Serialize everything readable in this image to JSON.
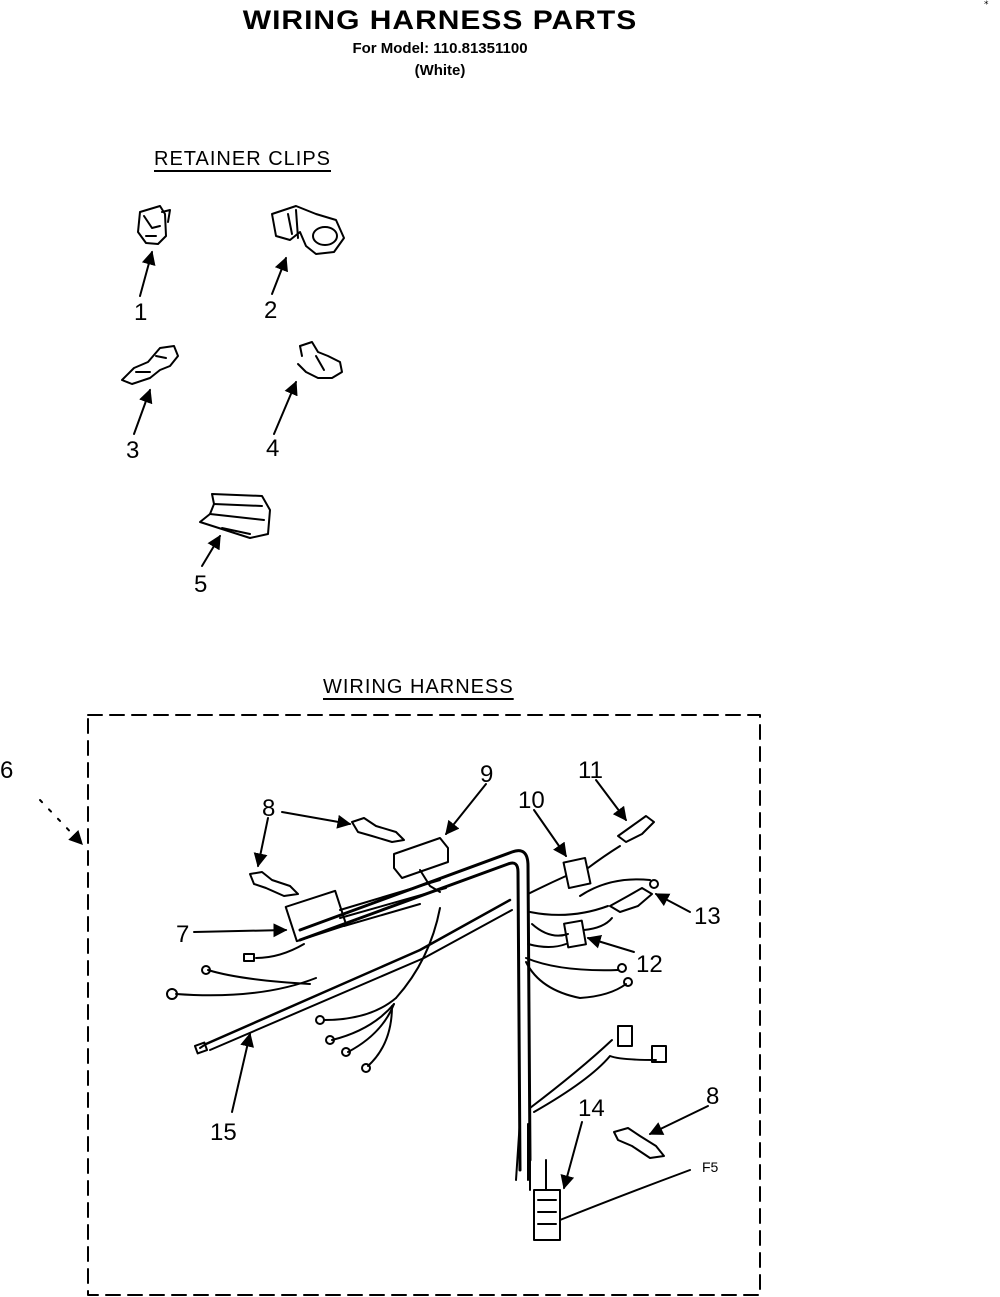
{
  "header": {
    "title": "WIRING HARNESS PARTS",
    "model_line": "For Model: 110.81351100",
    "variant": "(White)",
    "corner_mark": "*"
  },
  "sections": {
    "retainer_clips": "RETAINER CLIPS",
    "wiring_harness": "WIRING HARNESS"
  },
  "callouts": {
    "c1": "1",
    "c2": "2",
    "c3": "3",
    "c4": "4",
    "c5": "5",
    "c6": "6",
    "c7": "7",
    "c8a": "8",
    "c8b": "8",
    "c9": "9",
    "c10": "10",
    "c11": "11",
    "c12": "12",
    "c13": "13",
    "c14": "14",
    "c15": "15"
  },
  "figure_code": "F5"
}
